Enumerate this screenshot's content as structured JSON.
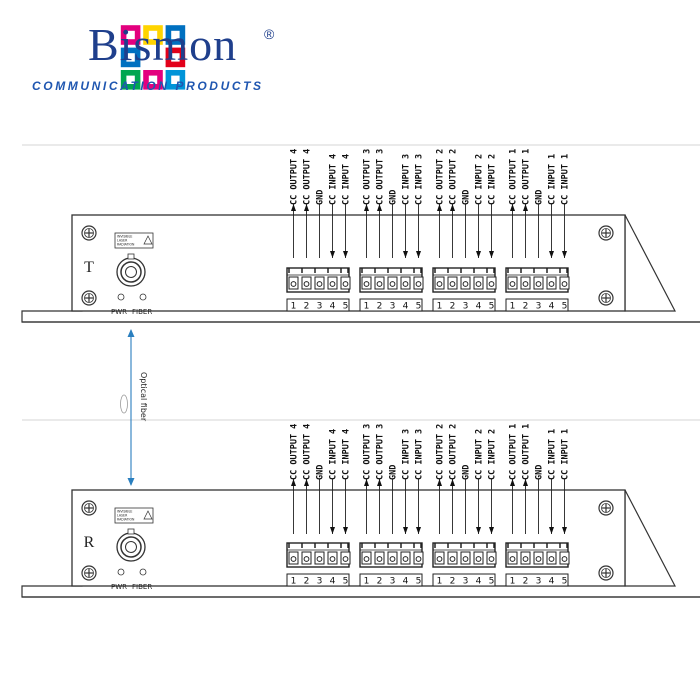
{
  "brand": {
    "name": "Bismon",
    "registered_mark": "®",
    "tagline": "COMMUNICATION PRODUCTS",
    "logo_colors": [
      "#e3007e",
      "#ffd400",
      "#0070c0",
      "#00a650",
      "#e2001a",
      "#0094d8"
    ]
  },
  "diagram": {
    "link_label": "Optical fiber",
    "link_color": "#2a7fbf",
    "units": [
      {
        "side_label": "T",
        "indicator_labels": [
          "PWR",
          "FIBER"
        ],
        "laser_warning": [
          "INVISIBLE",
          "LASER",
          "RADIATION"
        ],
        "groups": [
          {
            "labels": [
              "CC OUTPUT 4",
              "CC OUTPUT 4",
              "GND",
              "CC INPUT 4",
              "CC INPUT 4"
            ],
            "pins": [
              "1",
              "2",
              "3",
              "4",
              "5"
            ]
          },
          {
            "labels": [
              "CC OUTPUT 3",
              "CC OUTPUT 3",
              "GND",
              "CC INPUT 3",
              "CC INPUT 3"
            ],
            "pins": [
              "1",
              "2",
              "3",
              "4",
              "5"
            ]
          },
          {
            "labels": [
              "CC OUTPUT 2",
              "CC OUTPUT 2",
              "GND",
              "CC INPUT 2",
              "CC INPUT 2"
            ],
            "pins": [
              "1",
              "2",
              "3",
              "4",
              "5"
            ]
          },
          {
            "labels": [
              "CC OUTPUT 1",
              "CC OUTPUT 1",
              "GND",
              "CC INPUT 1",
              "CC INPUT 1"
            ],
            "pins": [
              "1",
              "2",
              "3",
              "4",
              "5"
            ]
          }
        ]
      },
      {
        "side_label": "R",
        "indicator_labels": [
          "PWR",
          "FIBER"
        ],
        "laser_warning": [
          "INVISIBLE",
          "LASER",
          "RADIATION"
        ],
        "groups": [
          {
            "labels": [
              "CC OUTPUT 4",
              "CC OUTPUT 4",
              "GND",
              "CC INPUT 4",
              "CC INPUT 4"
            ],
            "pins": [
              "1",
              "2",
              "3",
              "4",
              "5"
            ]
          },
          {
            "labels": [
              "CC OUTPUT 3",
              "CC OUTPUT 3",
              "GND",
              "CC INPUT 3",
              "CC INPUT 3"
            ],
            "pins": [
              "1",
              "2",
              "3",
              "4",
              "5"
            ]
          },
          {
            "labels": [
              "CC OUTPUT 2",
              "CC OUTPUT 2",
              "GND",
              "CC INPUT 2",
              "CC INPUT 2"
            ],
            "pins": [
              "1",
              "2",
              "3",
              "4",
              "5"
            ]
          },
          {
            "labels": [
              "CC OUTPUT 1",
              "CC OUTPUT 1",
              "GND",
              "CC INPUT 1",
              "CC INPUT 1"
            ],
            "pins": [
              "1",
              "2",
              "3",
              "4",
              "5"
            ]
          }
        ]
      }
    ]
  }
}
